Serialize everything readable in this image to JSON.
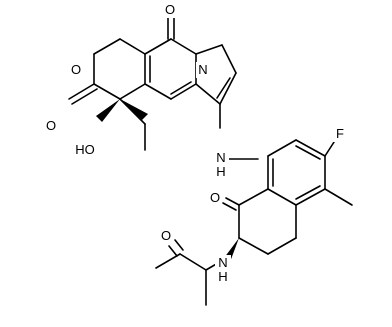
{
  "molecule": {
    "atom_labels": {
      "oxo_top": "O",
      "ring_o": "O",
      "n_ring": "N",
      "lactone_o": "O",
      "hydroxyl": "HO",
      "amine_nh": "N",
      "amine_h": "H",
      "fluorine": "F",
      "ketone_o": "O",
      "amide_nh": "N",
      "amide_h": "H",
      "amide_o": "O"
    }
  }
}
